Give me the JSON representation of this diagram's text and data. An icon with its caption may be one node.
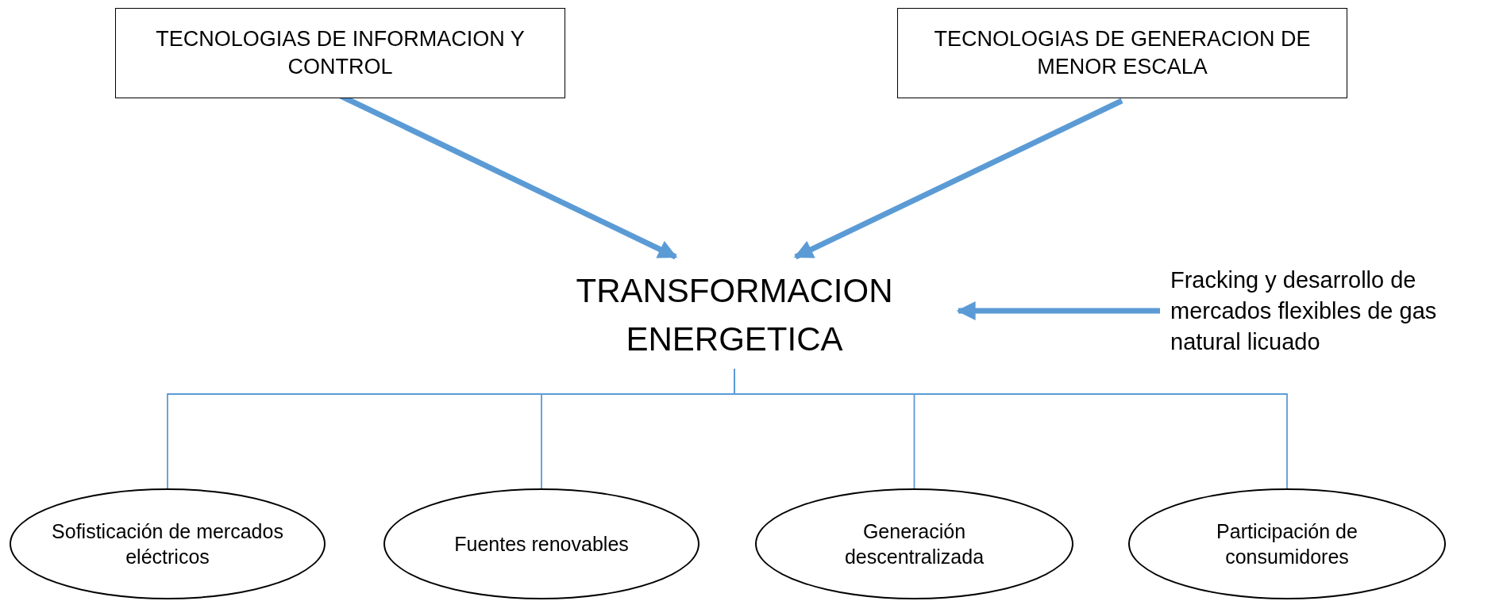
{
  "diagram": {
    "nodes": [
      {
        "text": [
          "TECNOLOGIAS DE INFORMACION Y CONTROL"
        ]
      },
      {
        "text": [
          "TECNOLOGIAS DE GENERACION DE MENOR ESCALA"
        ]
      },
      {
        "text": [
          "TRANSFORMACION ENERGETICA"
        ]
      },
      {
        "text": [
          "Fracking y desarrollo de mercados flexibles de gas natural licuado"
        ]
      },
      {
        "text": [
          "Sofisticación de mercados eléctricos"
        ]
      },
      {
        "text": [
          "Fuentes renovables"
        ]
      },
      {
        "text": [
          "Generación descentralizada"
        ]
      },
      {
        "text": [
          "Participación de consumidores"
        ]
      }
    ],
    "edges": [
      {
        "from": 0,
        "to": 2,
        "arrow": "to",
        "style": "thick"
      },
      {
        "from": 1,
        "to": 2,
        "arrow": "to",
        "style": "thick"
      },
      {
        "from": 3,
        "to": 2,
        "arrow": "to",
        "style": "thick"
      },
      {
        "from": 2,
        "to": 4,
        "arrow": "none"
      },
      {
        "from": 2,
        "to": 5,
        "arrow": "none"
      },
      {
        "from": 2,
        "to": 6,
        "arrow": "none"
      },
      {
        "from": 2,
        "to": 7,
        "arrow": "none"
      }
    ]
  }
}
